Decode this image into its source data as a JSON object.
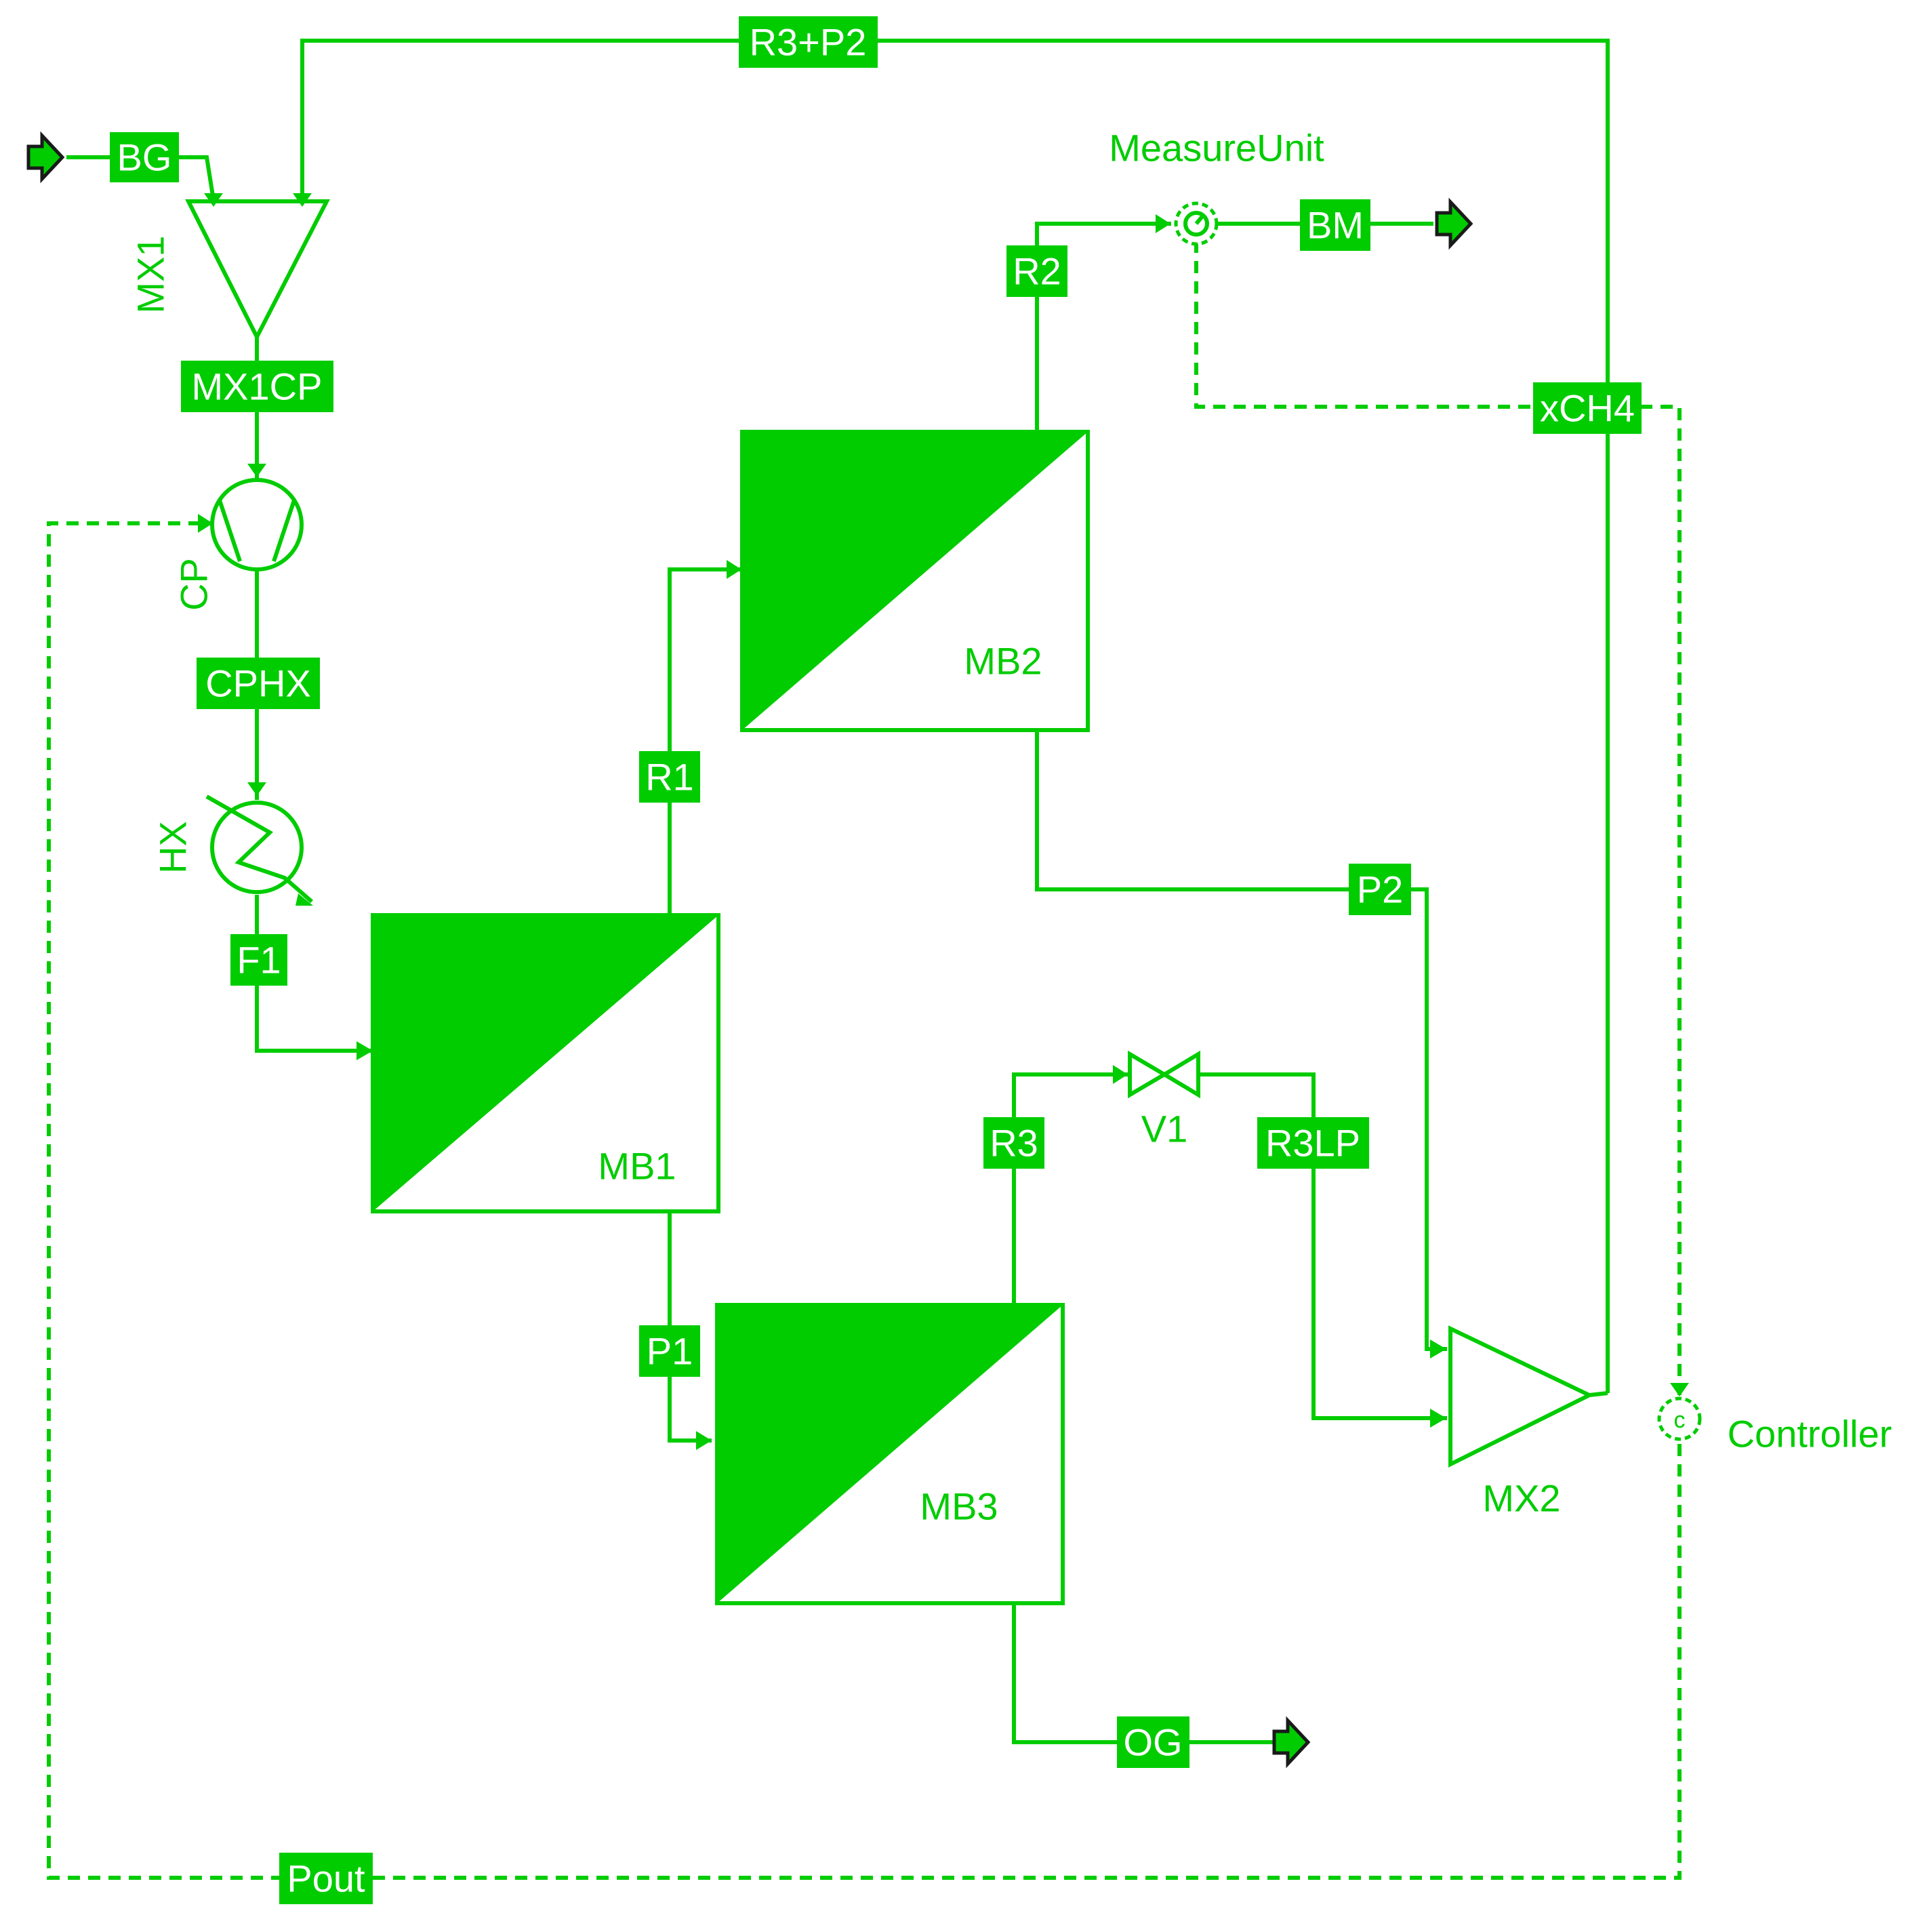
{
  "colors": {
    "accent": "#00cc00",
    "stream_tag_text": "#ffffff",
    "terminal_outline": "#1a1a1a"
  },
  "units": {
    "mx1": "MX1",
    "cp": "CP",
    "hx": "HX",
    "mb1": "MB1",
    "mb2": "MB2",
    "mb3": "MB3",
    "mx2": "MX2",
    "v1": "V1",
    "measure_unit": "MeasureUnit",
    "controller": "Controller"
  },
  "streams": {
    "bg": "BG",
    "r3p2": "R3+P2",
    "mx1cp": "MX1CP",
    "cphx": "CPHX",
    "f1": "F1",
    "r1": "R1",
    "r2": "R2",
    "bm": "BM",
    "xch4": "xCH4",
    "p2": "P2",
    "p1": "P1",
    "r3": "R3",
    "r3lp": "R3LP",
    "og": "OG",
    "pout": "Pout"
  },
  "icons": {
    "terminal": "terminal-arrow-icon",
    "mixer": "mixer-triangle-icon",
    "compressor": "compressor-icon",
    "heat_exchanger": "heat-exchanger-icon",
    "membrane": "membrane-module-icon",
    "valve": "valve-icon",
    "gauge": "gauge-icon",
    "controller": "controller-icon"
  }
}
